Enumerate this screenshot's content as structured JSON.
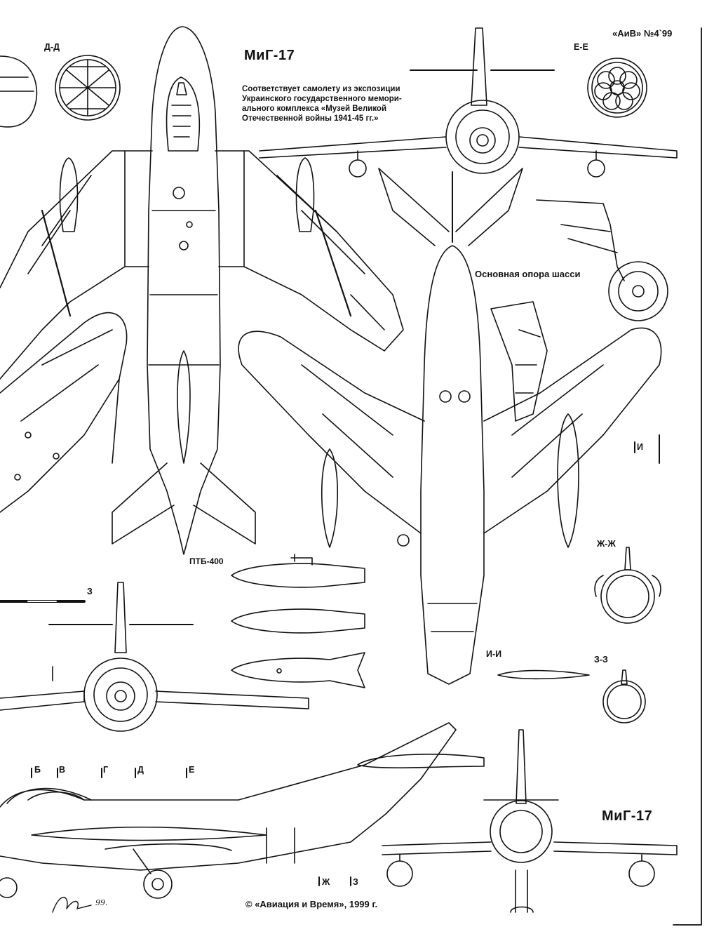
{
  "header": {
    "issue": "«АиВ» №4`99",
    "title_top": "МиГ-17",
    "title_bottom": "МиГ-17"
  },
  "note": {
    "lines": [
      "Соответствует самолету из экспозиции",
      "Украинского государственного мемори-",
      "ального комплекса «Музей Великой",
      "Отечественной войны 1941-45 гг.»"
    ]
  },
  "labels": {
    "gear": "Основная опора шасси",
    "tank": "ПТБ-400"
  },
  "sections": {
    "dd": "Д-Д",
    "ee": "Е-Е",
    "zhzh": "Ж-Ж",
    "ii": "И-И",
    "zz": "З-З",
    "i_mark": "И",
    "z_mark": "З",
    "b": "Б",
    "v": "В",
    "g": "Г",
    "d": "Д",
    "e": "Е",
    "zh": "Ж",
    "z2": "З"
  },
  "footer": {
    "copyright": "©  «Авиация и Время», 1999 г.",
    "signature": "99."
  }
}
